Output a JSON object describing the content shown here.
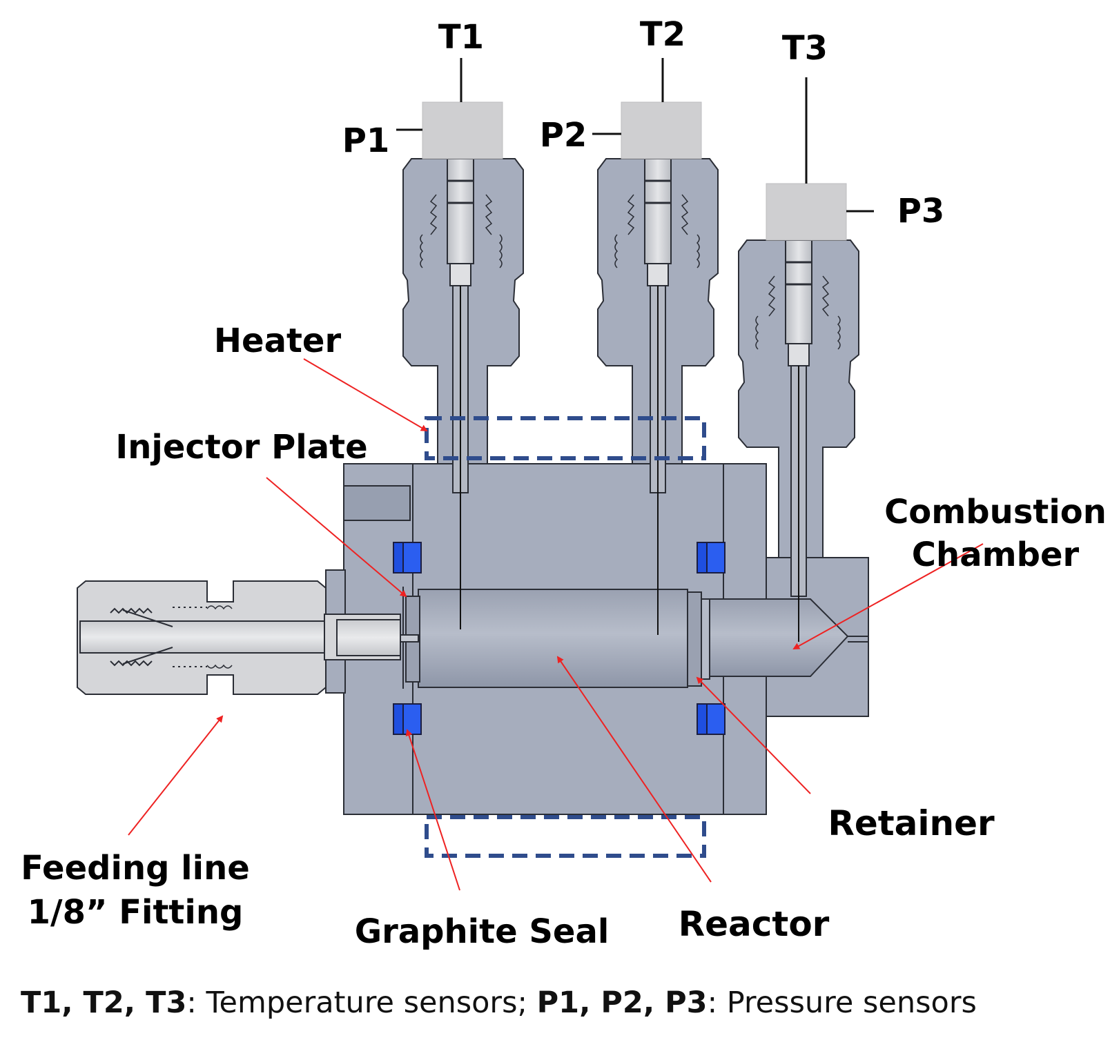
{
  "colors": {
    "body": "#a6adbd",
    "body_dark": "#8b93a5",
    "fitting": "#d5d6d9",
    "sensor_cap": "#cfcfd1",
    "seal": "#1f4fe0",
    "heater_dash": "#2f4c8c",
    "arrow": "#ee2222",
    "outline": "#2a2d35"
  },
  "sensors": {
    "t1": "T1",
    "t2": "T2",
    "t3": "T3",
    "p1": "P1",
    "p2": "P2",
    "p3": "P3"
  },
  "labels": {
    "heater": "Heater",
    "injector_plate": "Injector Plate",
    "combustion_chamber_line1": "Combustion",
    "combustion_chamber_line2": "Chamber",
    "feeding_line_line1": "Feeding line",
    "feeding_line_line2": "1/8” Fitting",
    "retainer": "Retainer",
    "graphite_seal": "Graphite Seal",
    "reactor": "Reactor"
  },
  "caption": {
    "t_terms": "T1, T2, T3",
    "t_desc": ": Temperature sensors; ",
    "p_terms": "P1, P2, P3",
    "p_desc": ": Pressure sensors"
  }
}
